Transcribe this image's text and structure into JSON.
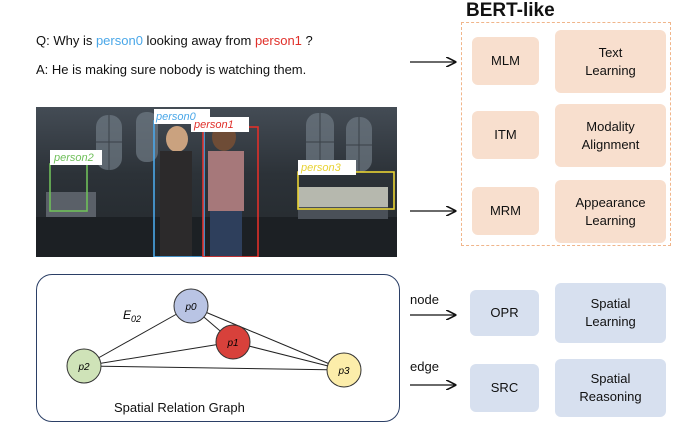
{
  "question": {
    "prefix": "Q: Why is ",
    "p0": "person0",
    "middle": " looking away from ",
    "p1": "person1",
    "suffix": " ?"
  },
  "answer": "A: He is making sure nobody is watching them.",
  "bert": {
    "title": "BERT-like"
  },
  "tasks": [
    {
      "abbr": "MLM",
      "desc_lines": [
        "Text",
        "Learning"
      ]
    },
    {
      "abbr": "ITM",
      "desc_lines": [
        "Modality",
        "Alignment"
      ]
    },
    {
      "abbr": "MRM",
      "desc_lines": [
        "Appearance",
        "Learning"
      ]
    },
    {
      "abbr": "OPR",
      "desc_lines": [
        "Spatial",
        "Learning"
      ]
    },
    {
      "abbr": "SRC",
      "desc_lines": [
        "Spatial",
        "Reasoning"
      ]
    }
  ],
  "image_labels": {
    "person0": "person0",
    "person1": "person1",
    "person2": "person2",
    "person3": "person3"
  },
  "graph": {
    "title": "Spatial Relation Graph",
    "edge_label": "E02",
    "nodes": [
      "p0",
      "p1",
      "p2",
      "p3"
    ]
  },
  "arrow_labels": {
    "node": "node",
    "edge": "edge"
  },
  "colors": {
    "person0": "#4aa7e8",
    "person1": "#e0302a",
    "person2": "#6fbf5a",
    "person3": "#e8d233",
    "p0": "#b9c4e4",
    "p1": "#d8413b",
    "p2": "#cfe3b8",
    "p3": "#fcedaa",
    "peach": "#f8dfce",
    "blue_box": "#d7e0ef"
  }
}
